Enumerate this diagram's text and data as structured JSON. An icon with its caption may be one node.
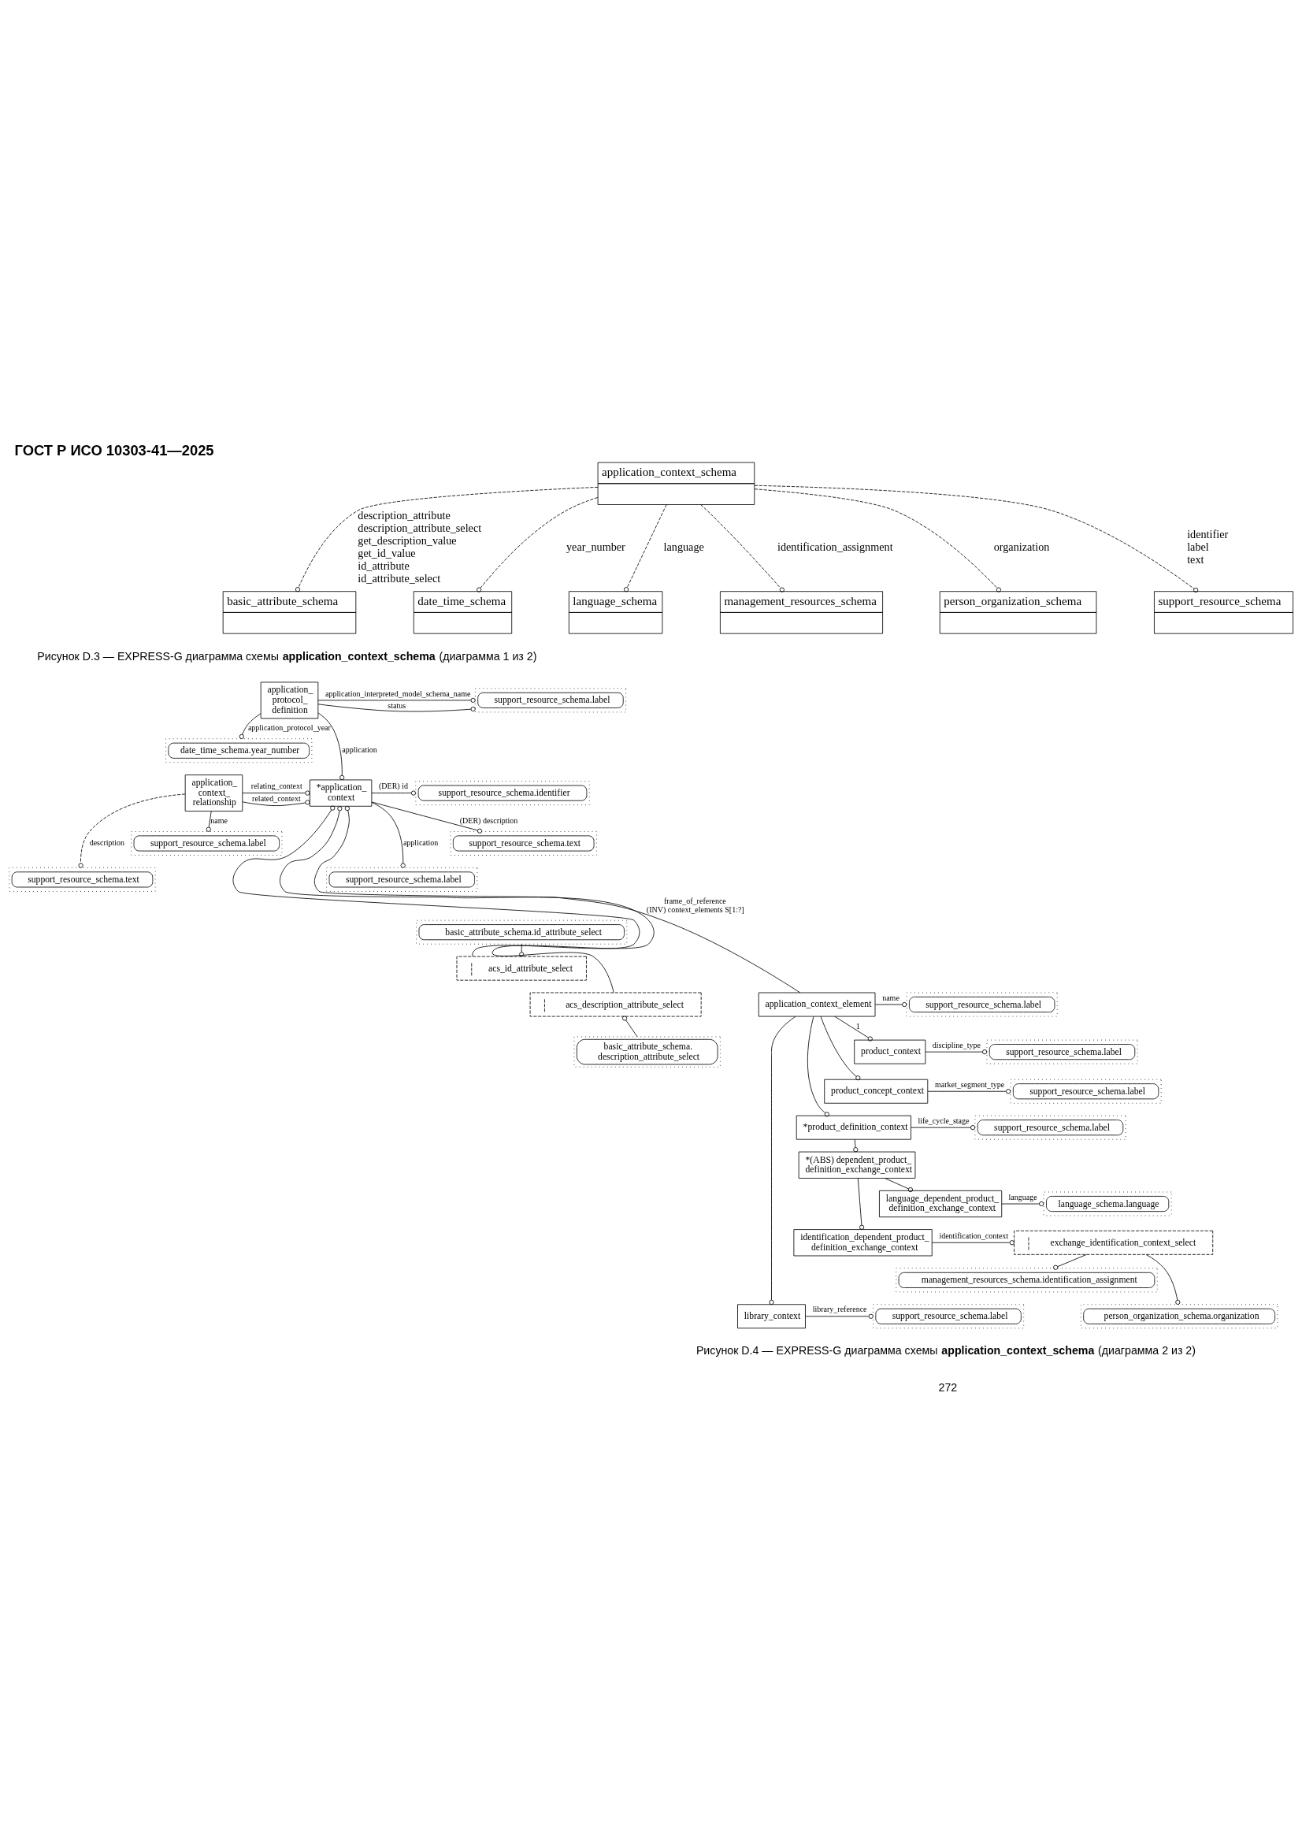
{
  "diagram": {
    "title": "ГОСТ Р ИСО 10303-41—2025",
    "nodes": [
      {
        "text": [
          "application_context_schema"
        ]
      },
      {
        "text": [
          "basic_attribute_schema"
        ]
      },
      {
        "text": [
          "date_time_schema"
        ]
      },
      {
        "text": [
          "language_schema"
        ]
      },
      {
        "text": [
          "management_resources_schema"
        ]
      },
      {
        "text": [
          "person_organization_schema"
        ]
      },
      {
        "text": [
          "support_resource_schema"
        ]
      },
      {
        "text": [
          "application_ protocol_ definition"
        ]
      },
      {
        "text": [
          "support_resource_schema.label"
        ]
      },
      {
        "text": [
          "date_time_schema.year_number"
        ]
      },
      {
        "text": [
          "support_resource_schema.label"
        ]
      },
      {
        "text": [
          "application_ context_ relationship"
        ]
      },
      {
        "text": [
          "*application_ context"
        ]
      },
      {
        "text": [
          "support_resource_schema.identifier"
        ]
      },
      {
        "text": [
          "support_resource_schema.text"
        ]
      },
      {
        "text": [
          "support_resource_schema.label"
        ]
      },
      {
        "text": [
          "basic_attribute_schema.id_attribute_select"
        ]
      },
      {
        "text": [
          "support_resource_schema.text"
        ]
      },
      {
        "text": [
          "acs_id_attribute_select"
        ]
      },
      {
        "text": [
          "acs_description_attribute_select"
        ]
      },
      {
        "text": [
          "application_context_element"
        ]
      },
      {
        "text": [
          "support_resource_schema.label"
        ]
      },
      {
        "text": [
          "basic_attribute_schema. description_attribute_select"
        ]
      },
      {
        "text": [
          "product_context"
        ]
      },
      {
        "text": [
          "support_resource_schema.label"
        ]
      },
      {
        "text": [
          "product_concept_context"
        ]
      },
      {
        "text": [
          "support_resource_schema.label"
        ]
      },
      {
        "text": [
          "*product_definition_context"
        ]
      },
      {
        "text": [
          "support_resource_schema.label"
        ]
      },
      {
        "text": [
          "*(ABS) dependent_product_ definition_exchange_context"
        ]
      },
      {
        "text": [
          "language_dependent_product_ definition_exchange_context"
        ]
      },
      {
        "text": [
          "language_schema.language"
        ]
      },
      {
        "text": [
          "identification_dependent_product_ definition_exchange_context"
        ]
      },
      {
        "text": [
          "exchange_identification_context_select"
        ]
      },
      {
        "text": [
          "management_resources_schema.identification_assignment"
        ]
      },
      {
        "text": [
          "library_context"
        ]
      },
      {
        "text": [
          "support_resource_schema.label"
        ]
      },
      {
        "text": [
          "person_organization_schema.organization"
        ]
      }
    ],
    "edges": [
      {
        "from": 0,
        "to": 1,
        "arrow": "other",
        "style": "dashed",
        "label": "description_attribute description_attribute_select get_description_value get_id_value id_attribute id_attribute_select"
      },
      {
        "from": 0,
        "to": 2,
        "arrow": "other",
        "style": "dashed",
        "label": "year_number"
      },
      {
        "from": 0,
        "to": 3,
        "arrow": "other",
        "style": "dashed",
        "label": "language"
      },
      {
        "from": 0,
        "to": 4,
        "arrow": "other",
        "style": "dashed",
        "label": "identification_assignment"
      },
      {
        "from": 0,
        "to": 5,
        "arrow": "other",
        "style": "dashed",
        "label": "organization"
      },
      {
        "from": 0,
        "to": 6,
        "arrow": "other",
        "style": "dashed",
        "label": "identifier label text"
      },
      {
        "from": 7,
        "to": 8,
        "arrow": "other",
        "label": "status"
      },
      {
        "from": 7,
        "to": 8,
        "arrow": "other",
        "label": "application_interpreted_model_schema_name"
      },
      {
        "from": 7,
        "to": 9,
        "arrow": "other",
        "label": "application_protocol_year"
      },
      {
        "from": 7,
        "to": 12,
        "arrow": "other",
        "label": "application"
      },
      {
        "from": 11,
        "to": 10,
        "arrow": "other",
        "label": "name"
      },
      {
        "from": 11,
        "to": 12,
        "arrow": "other",
        "label": "relating_context"
      },
      {
        "from": 11,
        "to": 12,
        "arrow": "other",
        "label": "related_context"
      },
      {
        "from": 11,
        "to": 17,
        "arrow": "other",
        "style": "dashed",
        "label": "description"
      },
      {
        "from": 12,
        "to": 13,
        "arrow": "other",
        "label": "(DER) id"
      },
      {
        "from": 12,
        "to": 14,
        "arrow": "other",
        "label": "(DER) description"
      },
      {
        "from": 12,
        "to": 15,
        "arrow": "other",
        "label": "application"
      },
      {
        "from": 16,
        "to": 18,
        "arrow": "other"
      },
      {
        "from": 18,
        "to": 12,
        "arrow": "other"
      },
      {
        "from": 19,
        "to": 12,
        "arrow": "other"
      },
      {
        "from": 20,
        "to": 12,
        "arrow": "other",
        "label": "frame_of_reference (INV) context_elements S[1:?]"
      },
      {
        "from": 22,
        "to": 19,
        "arrow": "other"
      },
      {
        "from": 20,
        "to": 21,
        "arrow": "other",
        "label": "name"
      },
      {
        "from": 20,
        "to": 35,
        "arrow": "other"
      },
      {
        "from": 20,
        "to": 27,
        "arrow": "other"
      },
      {
        "from": 20,
        "to": 25,
        "arrow": "other"
      },
      {
        "from": 20,
        "to": 23,
        "arrow": "other",
        "label": "1"
      },
      {
        "from": 23,
        "to": 24,
        "arrow": "other",
        "label": "discipline_type"
      },
      {
        "from": 25,
        "to": 26,
        "arrow": "other",
        "label": "market_segment_type"
      },
      {
        "from": 27,
        "to": 28,
        "arrow": "other",
        "label": "life_cycle_stage"
      },
      {
        "from": 27,
        "to": 29,
        "arrow": "other"
      },
      {
        "from": 29,
        "to": 30,
        "arrow": "other"
      },
      {
        "from": 29,
        "to": 32,
        "arrow": "other"
      },
      {
        "from": 30,
        "to": 31,
        "arrow": "other",
        "label": "language"
      },
      {
        "from": 32,
        "to": 33,
        "arrow": "other",
        "label": "identification_context"
      },
      {
        "from": 33,
        "to": 34,
        "arrow": "other"
      },
      {
        "from": 33,
        "to": 37,
        "arrow": "other"
      },
      {
        "from": 35,
        "to": 36,
        "arrow": "other",
        "label": "library_reference"
      }
    ],
    "labels": [
      "Рисунок D.3 — EXPRESS-G диаграмма схемы **application_context_schema** (диаграмма 1 из 2)",
      "Рисунок D.4 — EXPRESS-G диаграмма схемы **application_context_schema** (диаграмма 2 из 2)",
      "272"
    ]
  }
}
